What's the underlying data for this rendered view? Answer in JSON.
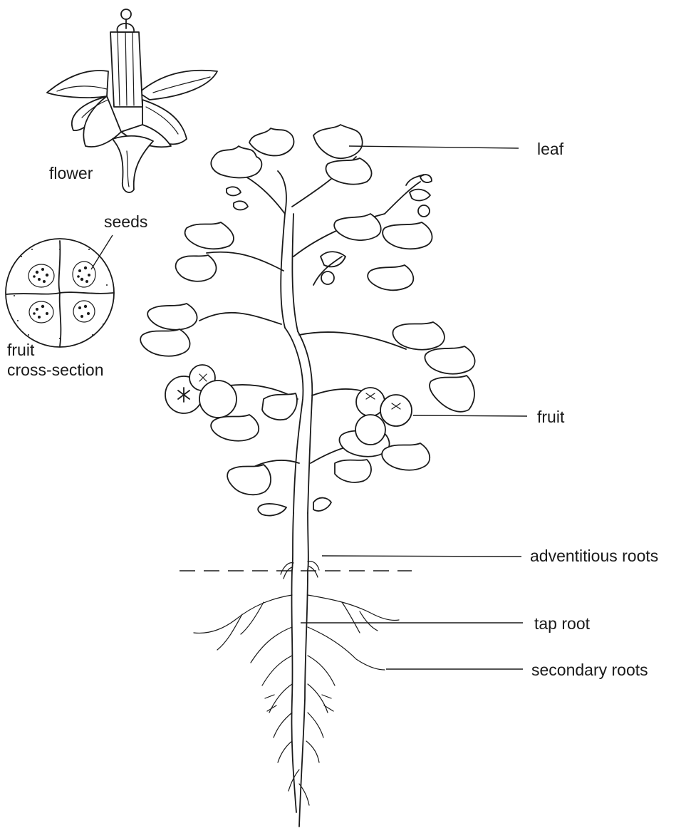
{
  "labels": {
    "flower": "flower",
    "seeds": "seeds",
    "fruit_cross_section_line1": "fruit",
    "fruit_cross_section_line2": "cross-section",
    "leaf": "leaf",
    "fruit": "fruit",
    "adventitious_roots": "adventitious roots",
    "tap_root": "tap root",
    "secondary_roots": "secondary roots"
  }
}
